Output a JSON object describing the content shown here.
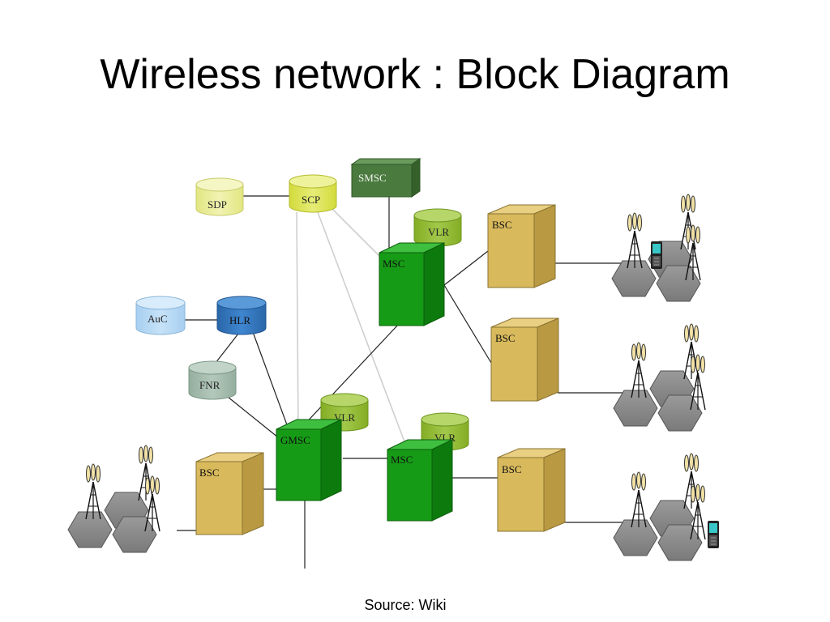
{
  "slide": {
    "title": "Wireless network : Block Diagram",
    "source": "Source: Wiki"
  },
  "diagram": {
    "nodes": {
      "sdp": "SDP",
      "scp": "SCP",
      "smsc": "SMSC",
      "vlr_top": "VLR",
      "msc_top": "MSC",
      "auc": "AuC",
      "hlr": "HLR",
      "fnr": "FNR",
      "gmsc": "GMSC",
      "vlr_gmsc": "VLR",
      "msc_bottom": "MSC",
      "vlr_bottom": "VLR",
      "bsc_top": "BSC",
      "bsc_middle": "BSC",
      "bsc_bottom": "BSC",
      "bsc_left": "BSC"
    },
    "colors": {
      "yellow_db": "#e6ea8c",
      "scp_db": "#d8e04a",
      "smsc": "#4a7a3e",
      "vlr": "#8cb62e",
      "msc": "#169b16",
      "auc": "#a9d3f2",
      "hlr": "#2c6fb7",
      "fnr": "#9cb5a6",
      "bsc": "#d8b95c",
      "cell": "#8a8a8a"
    }
  }
}
